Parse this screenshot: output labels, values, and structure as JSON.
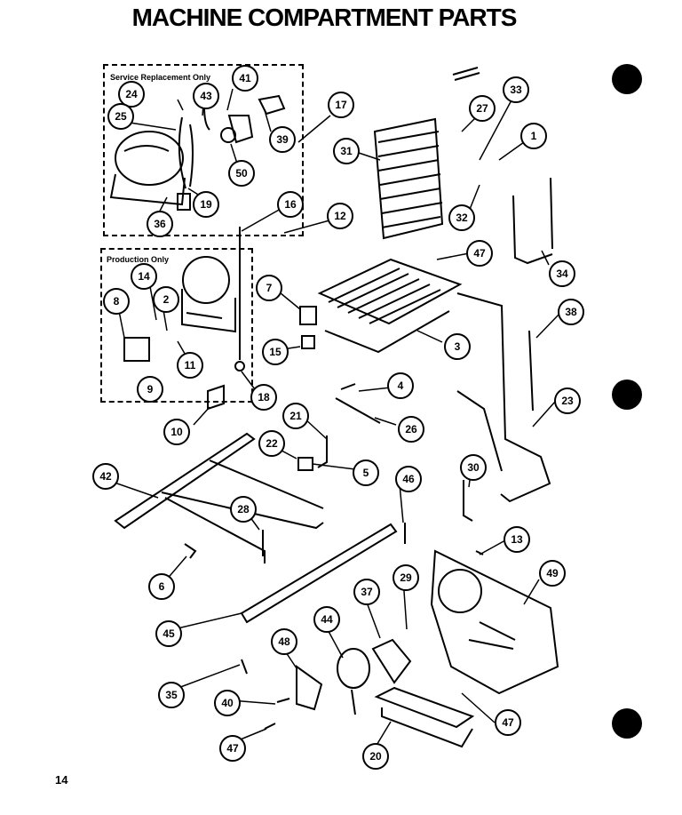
{
  "header": {
    "title": "MACHINE COMPARTMENT PARTS"
  },
  "footer": {
    "page_number": "14"
  },
  "boxes": {
    "service": {
      "label": "Service Replacement Only"
    },
    "production": {
      "label": "Production Only"
    }
  },
  "callouts": [
    "41",
    "24",
    "43",
    "25",
    "39",
    "17",
    "50",
    "19",
    "36",
    "27",
    "33",
    "1",
    "31",
    "32",
    "34",
    "16",
    "12",
    "47",
    "14",
    "2",
    "8",
    "7",
    "15",
    "11",
    "9",
    "3",
    "18",
    "38",
    "10",
    "4",
    "21",
    "26",
    "23",
    "22",
    "5",
    "42",
    "46",
    "30",
    "28",
    "13",
    "6",
    "29",
    "49",
    "37",
    "44",
    "48",
    "45",
    "35",
    "40",
    "47",
    "20",
    "47"
  ]
}
